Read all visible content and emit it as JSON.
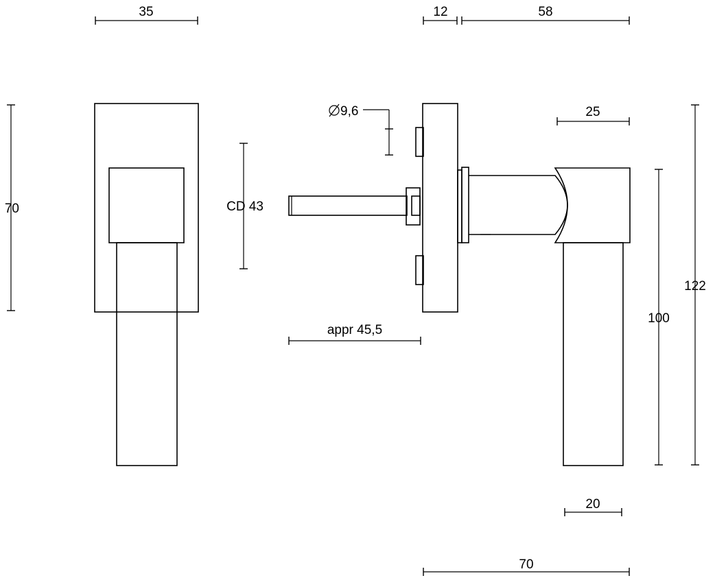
{
  "dimensions": {
    "front_width": "35",
    "front_height": "70",
    "rose_depth": "12",
    "handle_projection": "58",
    "spindle_diameter": "9,6",
    "center_distance": "CD 43",
    "spindle_length": "appr 45,5",
    "lever_head_width": "25",
    "lever_length": "100",
    "overall_height": "122",
    "lever_width": "20",
    "overall_projection": "70"
  },
  "colors": {
    "line": "#000000",
    "background": "#ffffff"
  }
}
